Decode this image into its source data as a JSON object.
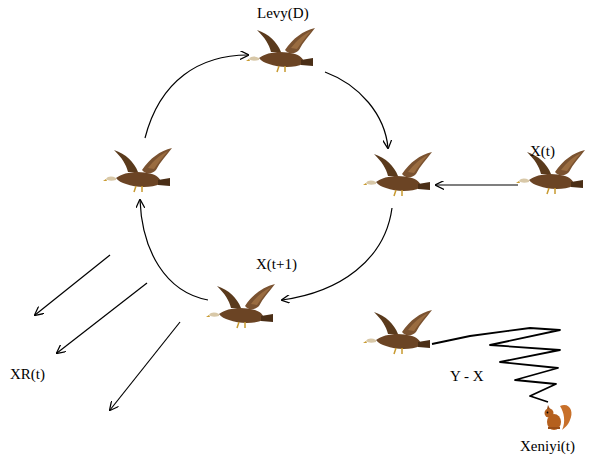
{
  "diagram": {
    "labels": [
      "Levy(D)",
      "X(t)",
      "X(t+1)",
      "XR(t)",
      "Y - X",
      "Xeniyi(t)"
    ]
  }
}
